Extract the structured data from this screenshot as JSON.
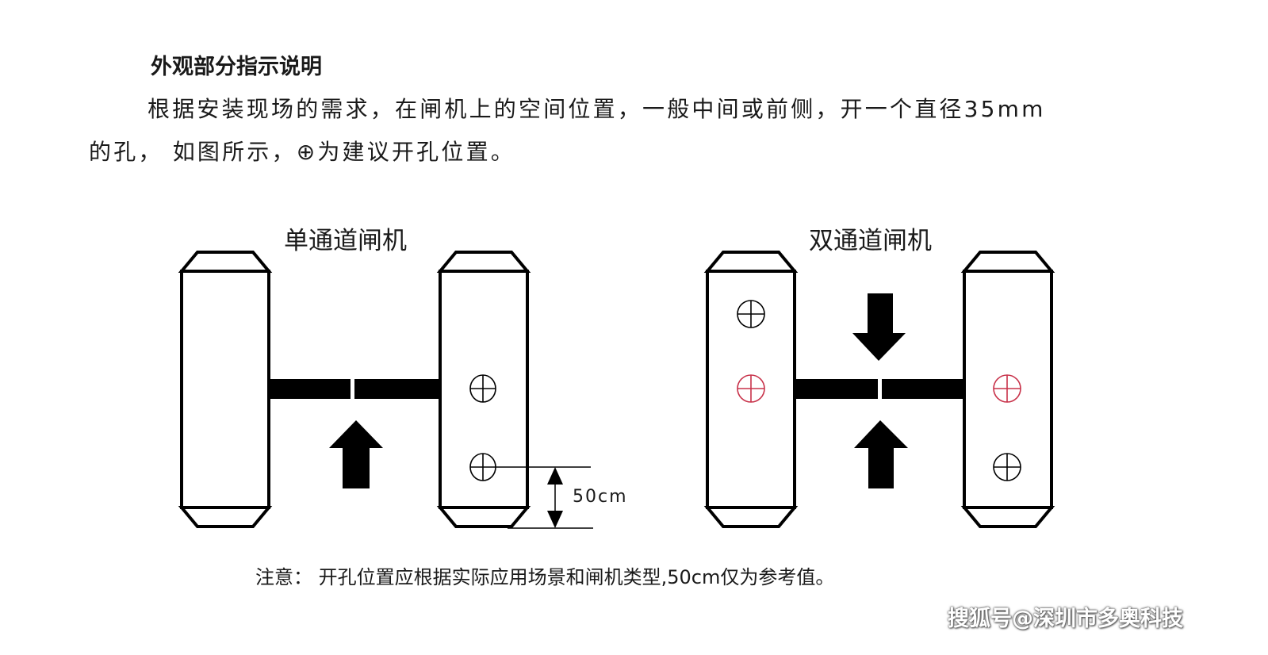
{
  "heading": "外观部分指示说明",
  "paragraph": {
    "line1": "根据安装现场的需求，在闸机上的空间位置，一般中间或前侧，开一个直径35mm",
    "line2": "的孔， 如图所示，⊕为建议开孔位置。"
  },
  "diagrams": {
    "single": {
      "title": "单通道闸机",
      "dimension_label": "50cm"
    },
    "double": {
      "title": "双通道闸机"
    }
  },
  "note": "注意：  开孔位置应根据实际应用场景和闸机类型,50cm仅为参考值。",
  "watermark": "搜狐号@深圳市多奥科技",
  "colors": {
    "line": "#000000",
    "recommended_hole": "#c8324a",
    "text": "#1a1a1a"
  }
}
